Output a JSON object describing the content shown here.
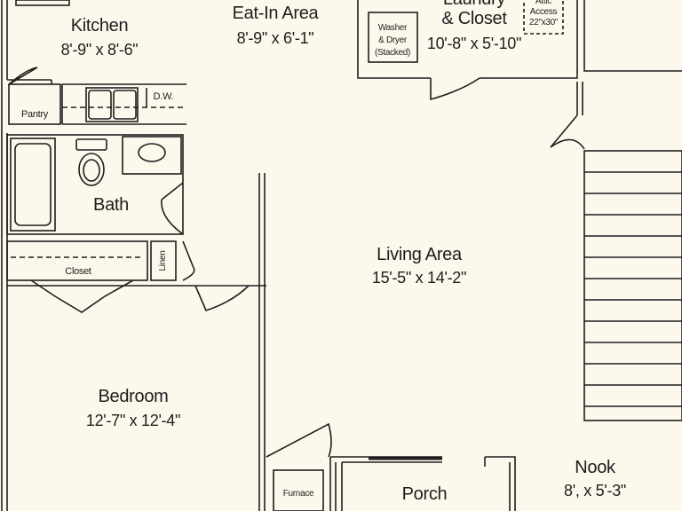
{
  "rooms": {
    "kitchen": {
      "name": "Kitchen",
      "dims": "8'-9\" x 8'-6\""
    },
    "eat_in": {
      "name": "Eat-In Area",
      "dims": "8'-9\" x 6'-1\""
    },
    "laundry": {
      "name_line1": "Laundry",
      "name_line2": "& Closet",
      "dims": "10'-8\" x 5'-10\""
    },
    "bath": {
      "name": "Bath"
    },
    "living": {
      "name": "Living Area",
      "dims": "15'-5\" x 14'-2\""
    },
    "bedroom": {
      "name": "Bedroom",
      "dims": "12'-7\" x 12'-4\""
    },
    "porch": {
      "name": "Porch"
    },
    "nook": {
      "name": "Nook",
      "dims": "8', x 5'-3\""
    }
  },
  "fixtures": {
    "pantry": "Pantry",
    "dishwasher": "D.W.",
    "washer_dryer": [
      "Washer",
      "& Dryer",
      "(Stacked)"
    ],
    "attic": [
      "Attic",
      "Access",
      "22\"x30\""
    ],
    "closet": "Closet",
    "linen": "Linen",
    "furnace": "Furnace"
  },
  "colors": {
    "background": "#fdf8ec",
    "wall": "#1e1e1e"
  }
}
